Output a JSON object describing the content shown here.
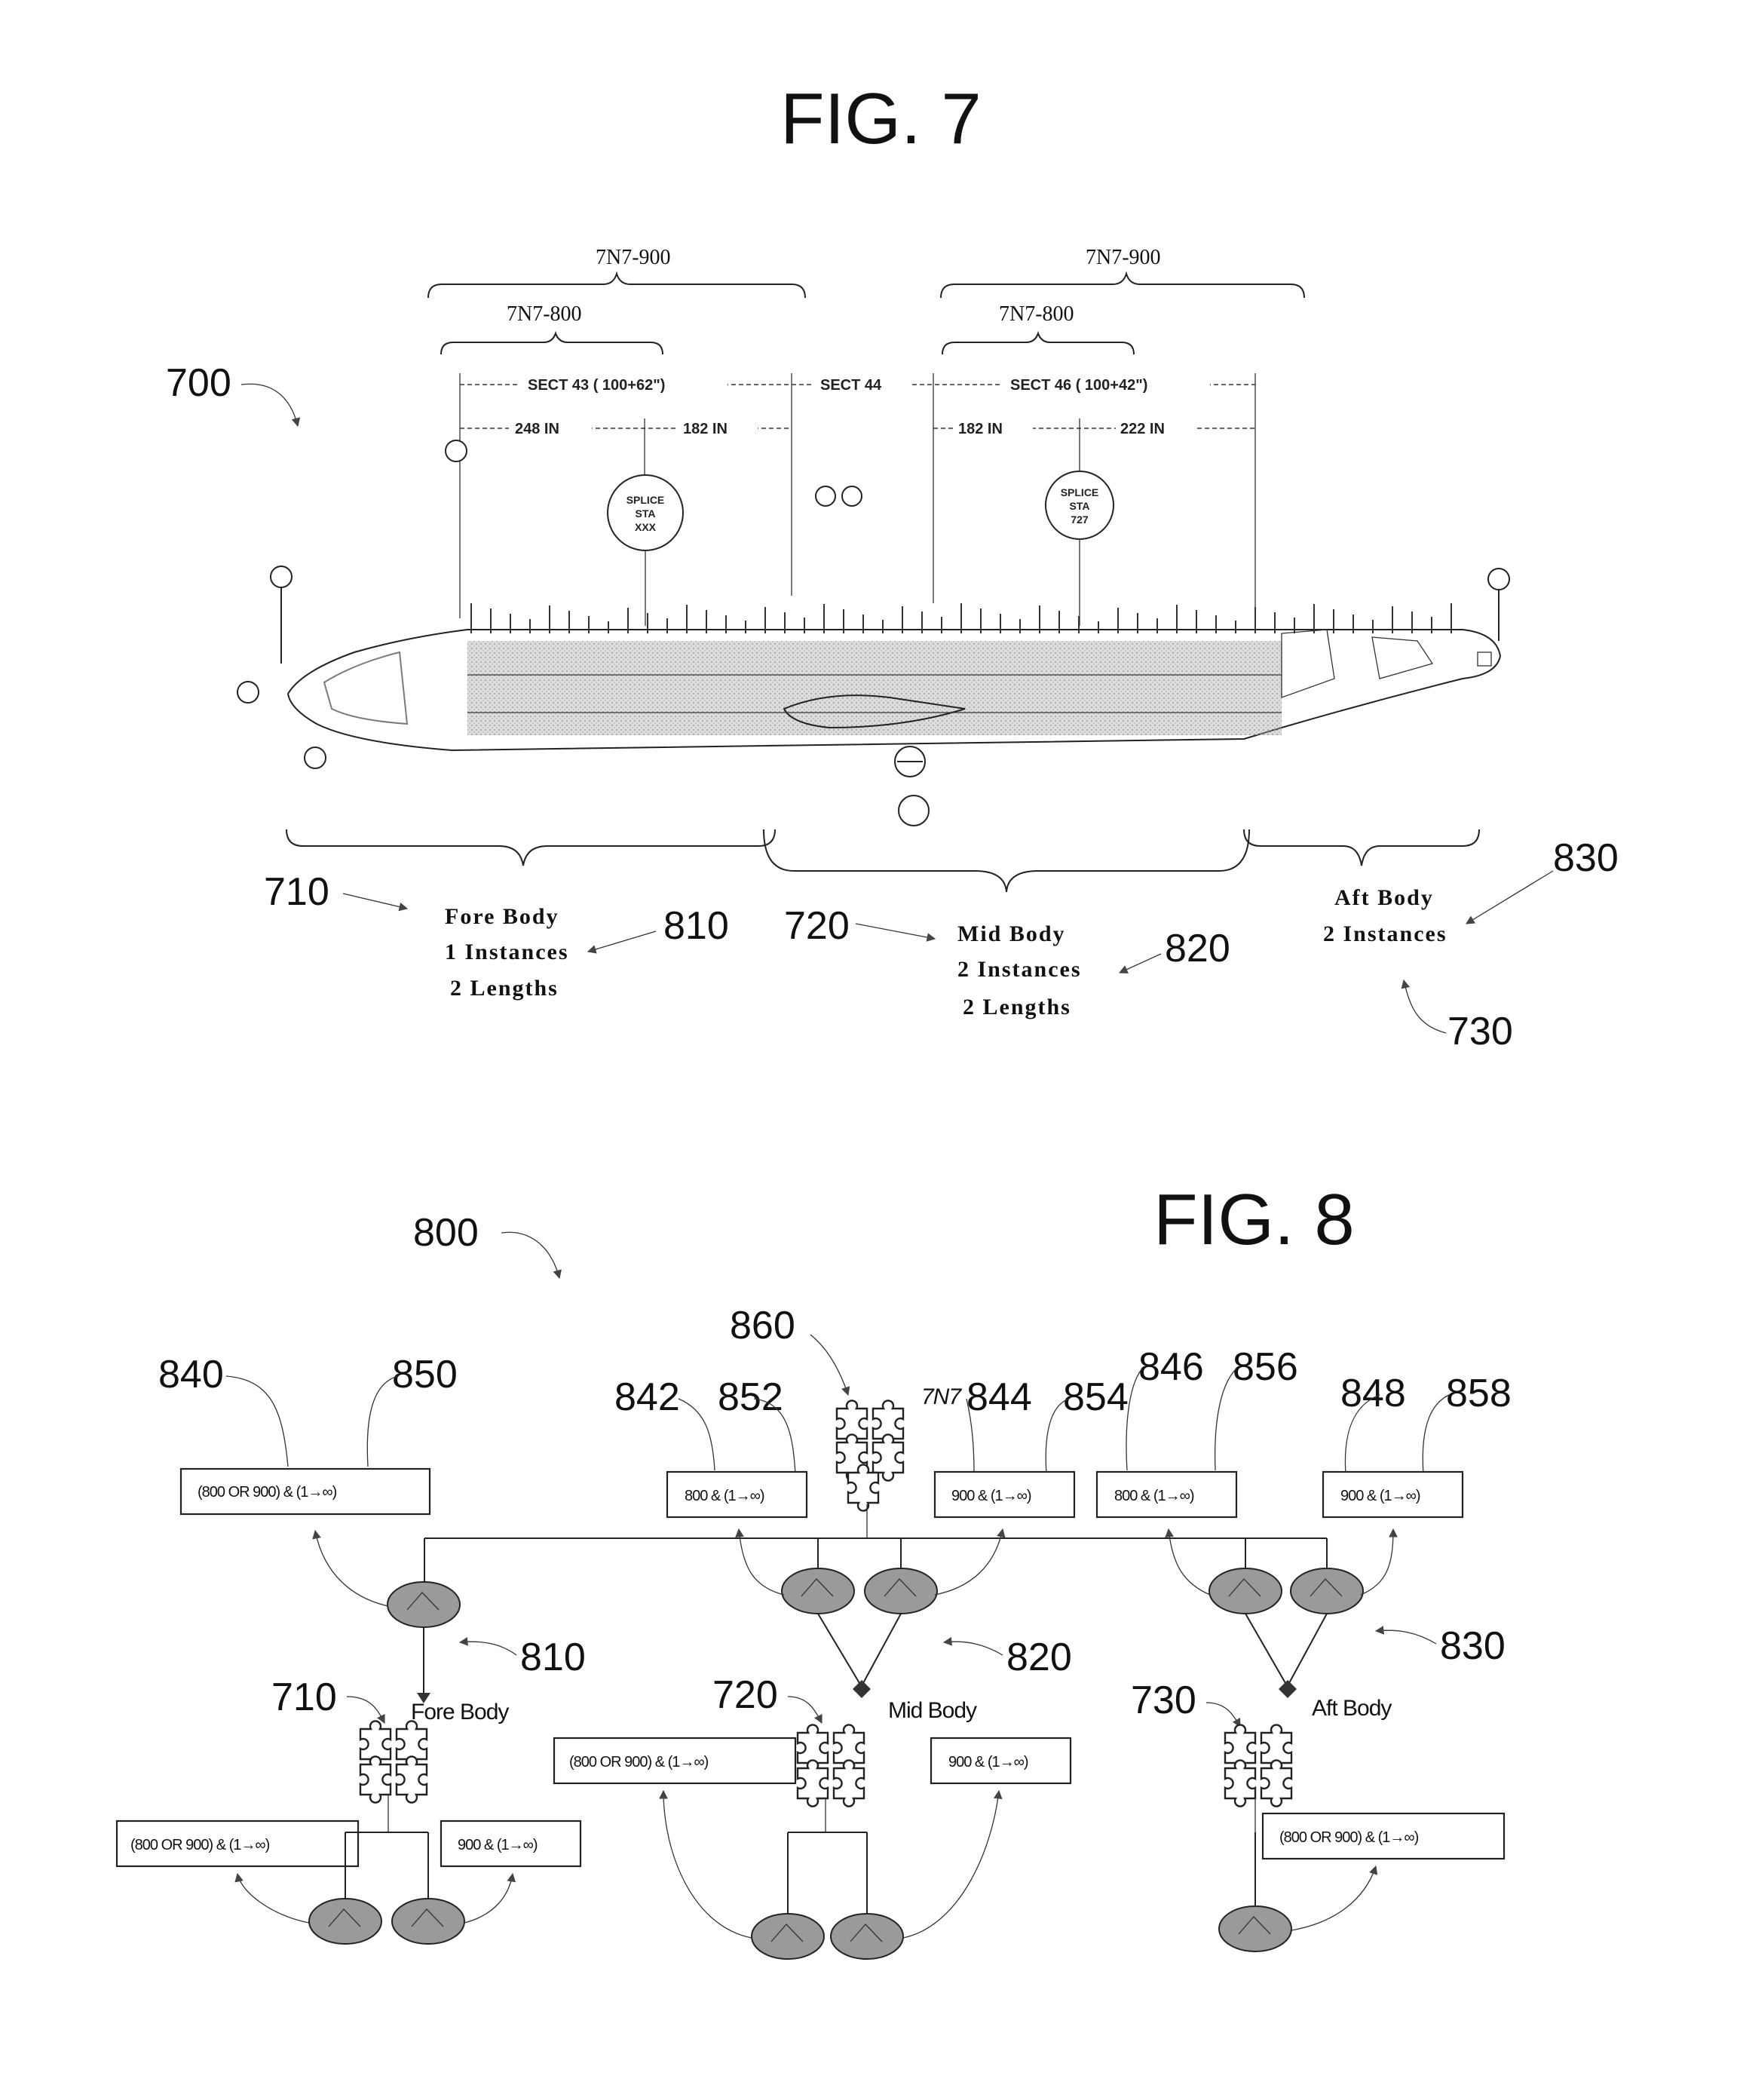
{
  "fig7": {
    "title": "FIG. 7",
    "ref_700": "700",
    "brace_900_left": "7N7-900",
    "brace_800_left": "7N7-800",
    "brace_900_right": "7N7-900",
    "brace_800_right": "7N7-800",
    "sect43": "SECT 43 ( 100+62\")",
    "sect44": "SECT 44",
    "sect46": "SECT 46 ( 100+42\")",
    "dim_248": "248 IN",
    "dim_182a": "182 IN",
    "dim_182b": "182 IN",
    "dim_222": "222 IN",
    "splice_left": [
      "SPLICE",
      "STA",
      "XXX"
    ],
    "splice_right": [
      "SPLICE",
      "STA",
      "727"
    ],
    "ref_710": "710",
    "ref_720": "720",
    "ref_730": "730",
    "ref_810": "810",
    "ref_820": "820",
    "ref_830": "830",
    "fore_body": [
      "Fore Body",
      "1 Instances",
      "2 Lengths"
    ],
    "mid_body": [
      "Mid Body",
      "2 Instances",
      "2 Lengths"
    ],
    "aft_body": [
      "Aft Body",
      "2 Instances"
    ]
  },
  "fig8": {
    "title": "FIG. 8",
    "ref_800": "800",
    "ref_860": "860",
    "label_7n7": "7N7",
    "refs_top": {
      "r840": "840",
      "r850": "850",
      "r842": "842",
      "r852": "852",
      "r844": "844",
      "r854": "854",
      "r846": "846",
      "r856": "856",
      "r848": "848",
      "r858": "858"
    },
    "refs_mid": {
      "r810": "810",
      "r820": "820",
      "r830": "830",
      "r710": "710",
      "r720": "720",
      "r730": "730"
    },
    "node_fore": "Fore Body",
    "node_mid": "Mid Body",
    "node_aft": "Aft Body",
    "box_800_or_900": "(800 OR 900) & (1→∞)",
    "box_800": "800 & (1→∞)",
    "box_900": "900 & (1→∞)"
  },
  "colors": {
    "ink": "#111111",
    "ellipse_fill": "#9a9a9a",
    "arrow_fill": "#555555"
  }
}
